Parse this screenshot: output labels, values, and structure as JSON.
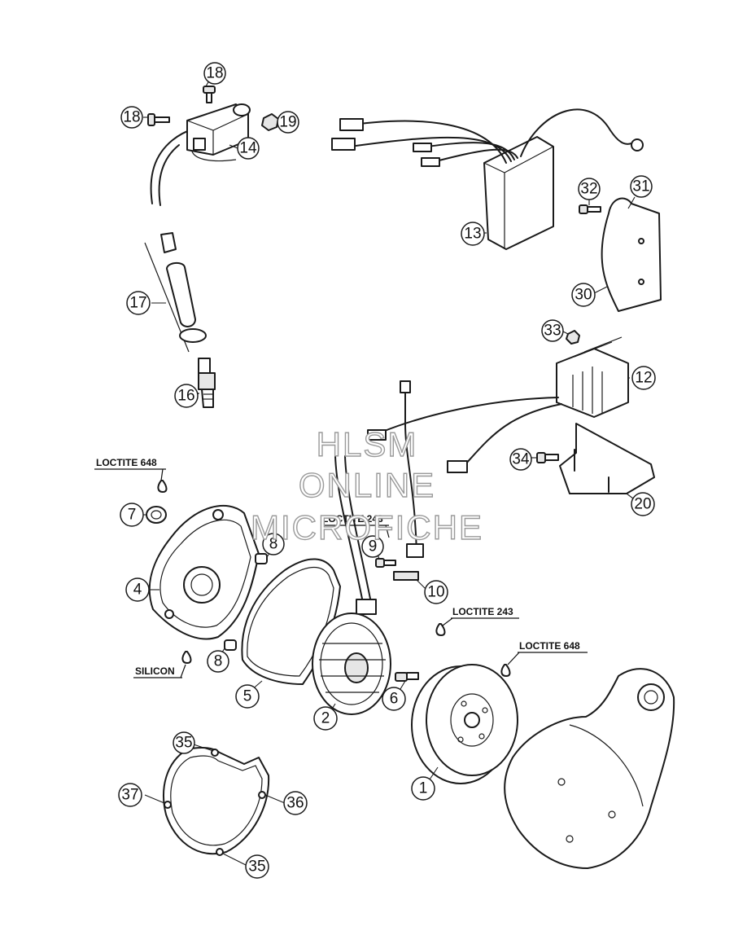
{
  "callouts": {
    "c1": "1",
    "c2": "2",
    "c4": "4",
    "c5": "5",
    "c6": "6",
    "c7": "7",
    "c8a": "8",
    "c8b": "8",
    "c9": "9",
    "c10": "10",
    "c12": "12",
    "c13": "13",
    "c14": "14",
    "c16": "16",
    "c17": "17",
    "c18a": "18",
    "c18b": "18",
    "c19": "19",
    "c20": "20",
    "c30": "30",
    "c31": "31",
    "c32": "32",
    "c33": "33",
    "c34": "34",
    "c35a": "35",
    "c35b": "35",
    "c36": "36",
    "c37": "37"
  },
  "notes": {
    "loctite648_left": "LOCTITE 648",
    "loctite243_center": "LOCTITE 243",
    "loctite243_right": "LOCTITE 243",
    "loctite648_right": "LOCTITE 648",
    "silicon": "SILICON"
  },
  "watermark": {
    "line1": "HLSM",
    "line2": "ONLINE",
    "line3": "MICROFICHE"
  }
}
